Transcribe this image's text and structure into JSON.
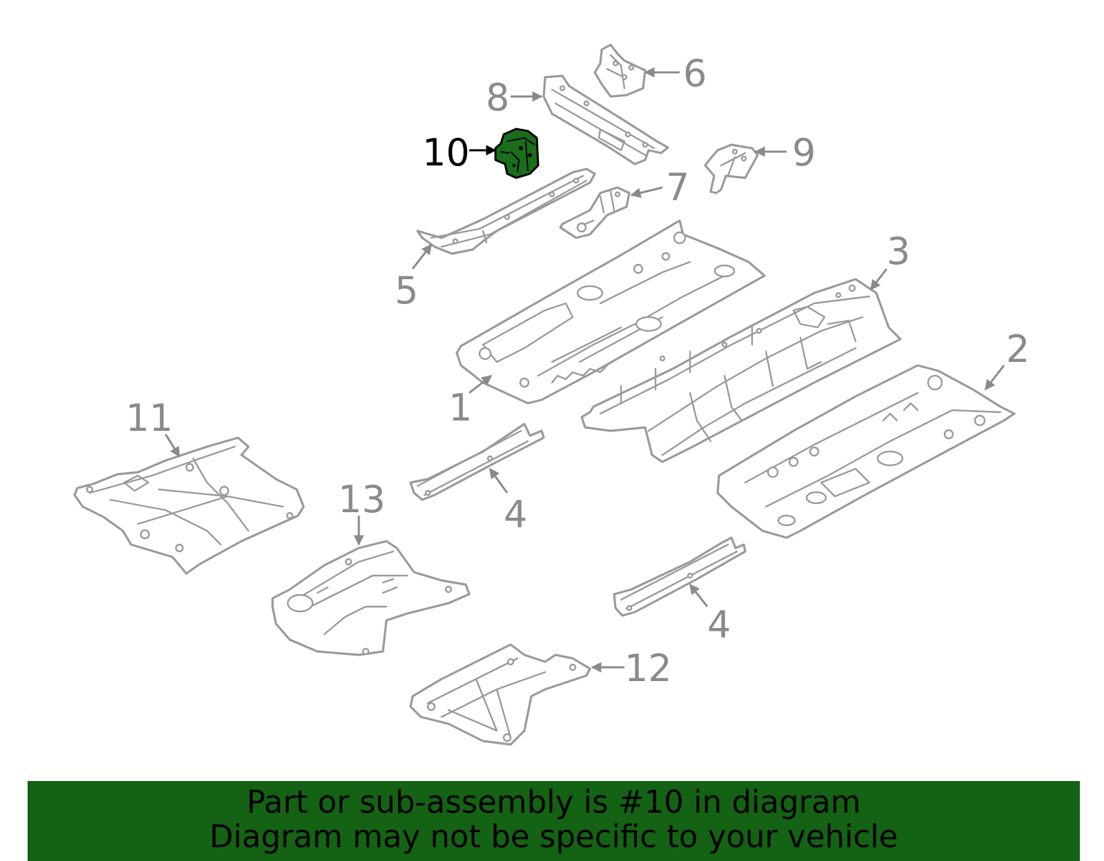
{
  "diagram": {
    "callouts": {
      "c1": "1",
      "c2": "2",
      "c3": "3",
      "c4a": "4",
      "c4b": "4",
      "c5": "5",
      "c6": "6",
      "c7": "7",
      "c8": "8",
      "c9": "9",
      "c10": "10",
      "c11": "11",
      "c12": "12",
      "c13": "13"
    },
    "highlighted_part": "10",
    "colors": {
      "highlight": "#1a6e1a",
      "banner": "#146214",
      "parts": "#9a9a9a"
    }
  },
  "banner": {
    "line1": "Part or sub-assembly is #10 in diagram",
    "line2": "Diagram may not be specific to your vehicle"
  }
}
